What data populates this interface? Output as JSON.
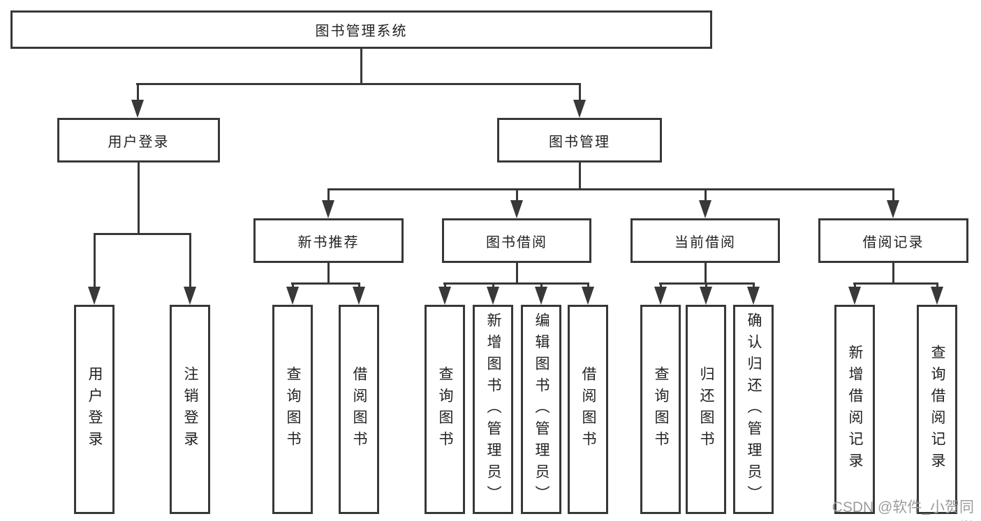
{
  "diagram_type": "hierarchy-tree",
  "tree": {
    "label": "图书管理系统",
    "children": [
      {
        "label": "用户登录",
        "children": [
          {
            "label": "用户登录"
          },
          {
            "label": "注销登录"
          }
        ]
      },
      {
        "label": "图书管理",
        "children": [
          {
            "label": "新书推荐",
            "children": [
              {
                "label": "查询图书"
              },
              {
                "label": "借阅图书"
              }
            ]
          },
          {
            "label": "图书借阅",
            "children": [
              {
                "label": "查询图书"
              },
              {
                "label": "新增图书（管理员）"
              },
              {
                "label": "编辑图书（管理员）"
              },
              {
                "label": "借阅图书"
              }
            ]
          },
          {
            "label": "当前借阅",
            "children": [
              {
                "label": "查询图书"
              },
              {
                "label": "归还图书"
              },
              {
                "label": "确认归还（管理员）"
              }
            ]
          },
          {
            "label": "借阅记录",
            "children": [
              {
                "label": "新增借阅记录"
              },
              {
                "label": "查询借阅记录"
              }
            ]
          }
        ]
      }
    ]
  },
  "watermark": "CSDN @软件_小贺同学",
  "colors": {
    "line": "#383838",
    "text": "#222222",
    "bg": "#ffffff",
    "watermark": "#9c9ca0"
  }
}
